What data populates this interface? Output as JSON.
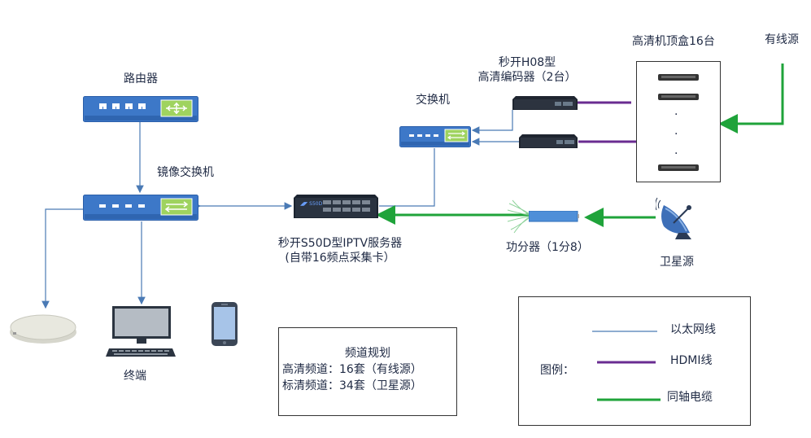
{
  "nodes": {
    "router": "路由器",
    "mirror_switch": "镜像交换机",
    "switch": "交换机",
    "encoder_line1": "秒开H08型",
    "encoder_line2": "高清编码器（2台）",
    "stb": "高清机顶盒16台",
    "cable_source": "有线源",
    "server_line1": "秒开S50D型IPTV服务器",
    "server_line2": "(自带16频点采集卡）",
    "splitter": "功分器（1分8）",
    "satellite": "卫星源",
    "terminal": "终端",
    "stb_dots": "·"
  },
  "plan": {
    "title": "频道规划",
    "hd": "高清频道：16套（有线源）",
    "sd": "标清频道：34套（卫星源）"
  },
  "legend": {
    "title": "图例：",
    "ethernet": "以太网线",
    "hdmi": "HDMI线",
    "coax": "同轴电缆"
  },
  "colors": {
    "ethernet": "#4a7ab5",
    "hdmi": "#6a2c91",
    "coax": "#1fa33a",
    "device_blue": "#3d78c8"
  }
}
